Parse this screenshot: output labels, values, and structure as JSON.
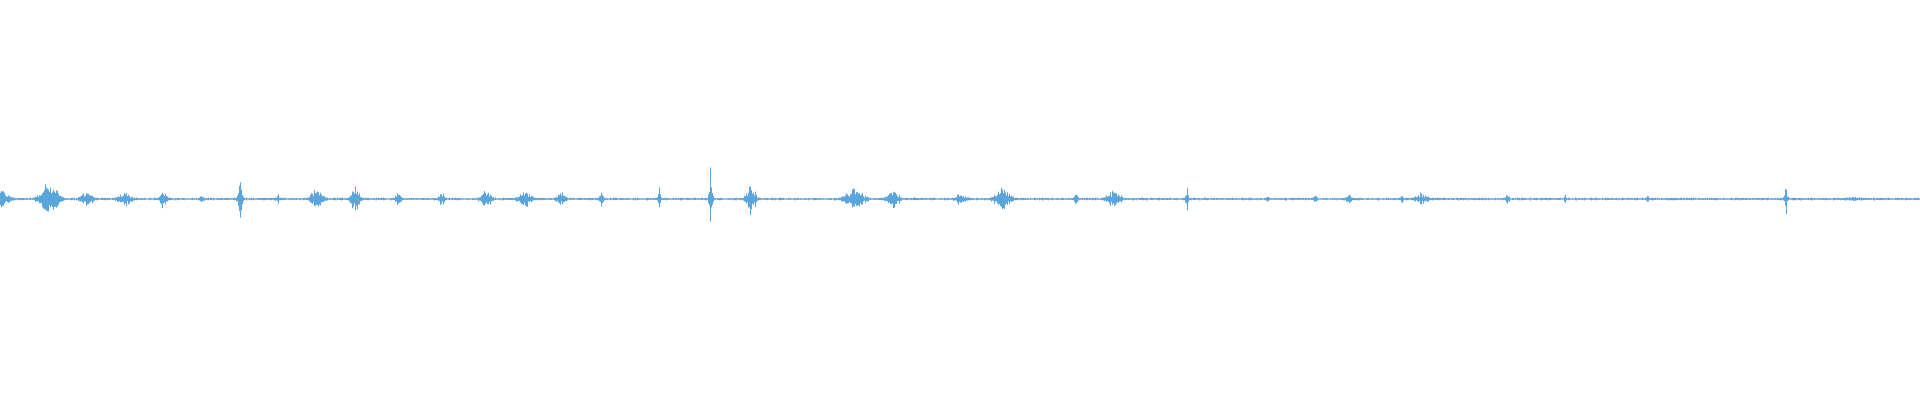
{
  "waveform": {
    "color": "#5aa5dc",
    "baseline_amplitude": 0.008,
    "bursts": [
      {
        "t": 0.0,
        "w": 0.012,
        "a": 0.06
      },
      {
        "t": 0.024,
        "w": 0.01,
        "a": 0.1
      },
      {
        "t": 0.028,
        "w": 0.008,
        "a": 0.08
      },
      {
        "t": 0.045,
        "w": 0.008,
        "a": 0.06
      },
      {
        "t": 0.065,
        "w": 0.01,
        "a": 0.05
      },
      {
        "t": 0.085,
        "w": 0.004,
        "a": 0.07
      },
      {
        "t": 0.105,
        "w": 0.004,
        "a": 0.03
      },
      {
        "t": 0.125,
        "w": 0.003,
        "a": 0.12
      },
      {
        "t": 0.145,
        "w": 0.006,
        "a": 0.03
      },
      {
        "t": 0.165,
        "w": 0.008,
        "a": 0.08
      },
      {
        "t": 0.185,
        "w": 0.006,
        "a": 0.09
      },
      {
        "t": 0.207,
        "w": 0.004,
        "a": 0.05
      },
      {
        "t": 0.23,
        "w": 0.004,
        "a": 0.05
      },
      {
        "t": 0.253,
        "w": 0.008,
        "a": 0.06
      },
      {
        "t": 0.273,
        "w": 0.008,
        "a": 0.07
      },
      {
        "t": 0.292,
        "w": 0.006,
        "a": 0.05
      },
      {
        "t": 0.313,
        "w": 0.003,
        "a": 0.05
      },
      {
        "t": 0.343,
        "w": 0.002,
        "a": 0.08
      },
      {
        "t": 0.37,
        "w": 0.002,
        "a": 0.22
      },
      {
        "t": 0.391,
        "w": 0.006,
        "a": 0.12
      },
      {
        "t": 0.445,
        "w": 0.012,
        "a": 0.08
      },
      {
        "t": 0.465,
        "w": 0.01,
        "a": 0.05
      },
      {
        "t": 0.5,
        "w": 0.008,
        "a": 0.04
      },
      {
        "t": 0.522,
        "w": 0.01,
        "a": 0.08
      },
      {
        "t": 0.56,
        "w": 0.004,
        "a": 0.03
      },
      {
        "t": 0.58,
        "w": 0.01,
        "a": 0.06
      },
      {
        "t": 0.618,
        "w": 0.002,
        "a": 0.08
      },
      {
        "t": 0.66,
        "w": 0.003,
        "a": 0.02
      },
      {
        "t": 0.685,
        "w": 0.003,
        "a": 0.03
      },
      {
        "t": 0.702,
        "w": 0.004,
        "a": 0.04
      },
      {
        "t": 0.73,
        "w": 0.002,
        "a": 0.03
      },
      {
        "t": 0.74,
        "w": 0.01,
        "a": 0.04
      },
      {
        "t": 0.785,
        "w": 0.002,
        "a": 0.06
      },
      {
        "t": 0.815,
        "w": 0.002,
        "a": 0.03
      },
      {
        "t": 0.858,
        "w": 0.002,
        "a": 0.04
      },
      {
        "t": 0.93,
        "w": 0.002,
        "a": 0.1
      },
      {
        "t": 0.965,
        "w": 0.02,
        "a": 0.015
      }
    ]
  }
}
